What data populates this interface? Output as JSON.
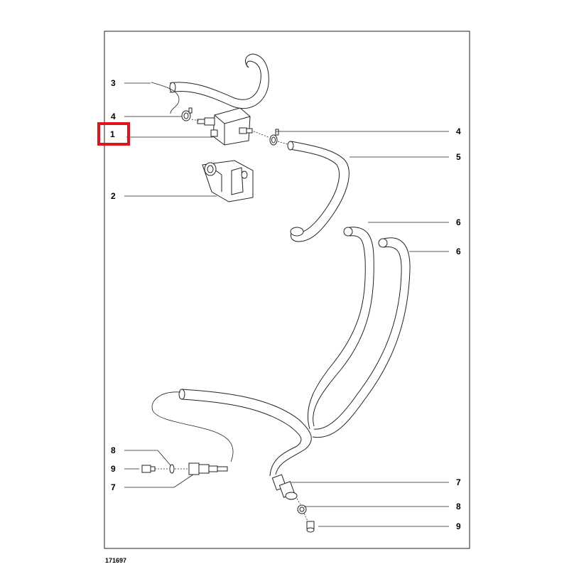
{
  "figure_code": "171697",
  "highlight_color": "#e0141c",
  "callouts": {
    "c1": "1",
    "c2": "2",
    "c3": "3",
    "c4_left": "4",
    "c4_right": "4",
    "c5": "5",
    "c6_upper": "6",
    "c6_lower": "6",
    "c7_left": "7",
    "c7_right": "7",
    "c8_left": "8",
    "c8_right": "8",
    "c9_left": "9",
    "c9_right": "9"
  },
  "highlighted_callout": "1"
}
